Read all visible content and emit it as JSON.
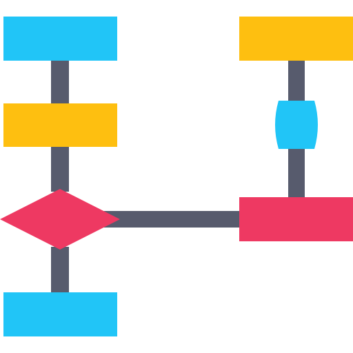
{
  "diagram": {
    "type": "flowchart-icon",
    "palette": {
      "connector": "#575B6D",
      "process_blue": "#21C5F7",
      "process_yellow": "#FEBF10",
      "decision_red": "#EE3962"
    },
    "nodes": [
      {
        "id": "start",
        "shape": "rectangle",
        "color": "process_blue"
      },
      {
        "id": "step-1",
        "shape": "rectangle",
        "color": "process_yellow"
      },
      {
        "id": "decision",
        "shape": "diamond",
        "color": "decision_red"
      },
      {
        "id": "end",
        "shape": "rectangle",
        "color": "process_blue"
      },
      {
        "id": "branch-process",
        "shape": "rectangle",
        "color": "decision_red"
      },
      {
        "id": "branch-connector",
        "shape": "barrel",
        "color": "process_blue"
      },
      {
        "id": "branch-end",
        "shape": "rectangle",
        "color": "process_yellow"
      }
    ],
    "edges": [
      {
        "from": "start",
        "to": "step-1"
      },
      {
        "from": "step-1",
        "to": "decision"
      },
      {
        "from": "decision",
        "to": "end"
      },
      {
        "from": "decision",
        "to": "branch-process"
      },
      {
        "from": "branch-process",
        "to": "branch-connector"
      },
      {
        "from": "branch-connector",
        "to": "branch-end"
      }
    ]
  }
}
